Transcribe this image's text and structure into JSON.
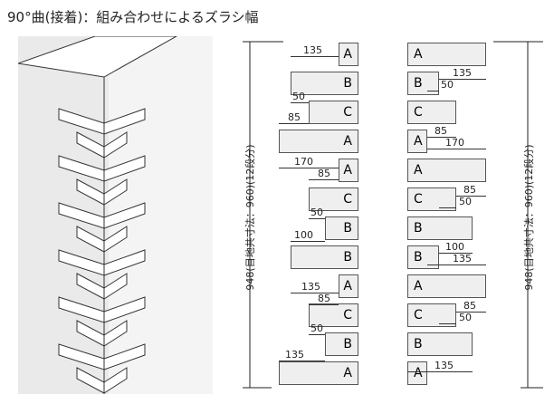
{
  "title": "90°曲(接着)：組み合わせによるズラシ幅",
  "total_dimension": "948(目地共寸法：960)(12段分)",
  "left_column": {
    "rows": [
      "A",
      "B",
      "C",
      "A",
      "A",
      "C",
      "B",
      "B",
      "A",
      "C",
      "B",
      "A"
    ],
    "dims": [
      "135",
      "50",
      "85",
      "170",
      "85",
      "50",
      "100",
      "135",
      "85",
      "50",
      "135"
    ]
  },
  "right_column": {
    "rows": [
      "A",
      "B",
      "C",
      "A",
      "A",
      "C",
      "B",
      "B",
      "A",
      "C",
      "B",
      "A"
    ],
    "dims": [
      "135",
      "50",
      "85",
      "170",
      "85",
      "50",
      "100",
      "135",
      "85",
      "50",
      "135"
    ]
  }
}
